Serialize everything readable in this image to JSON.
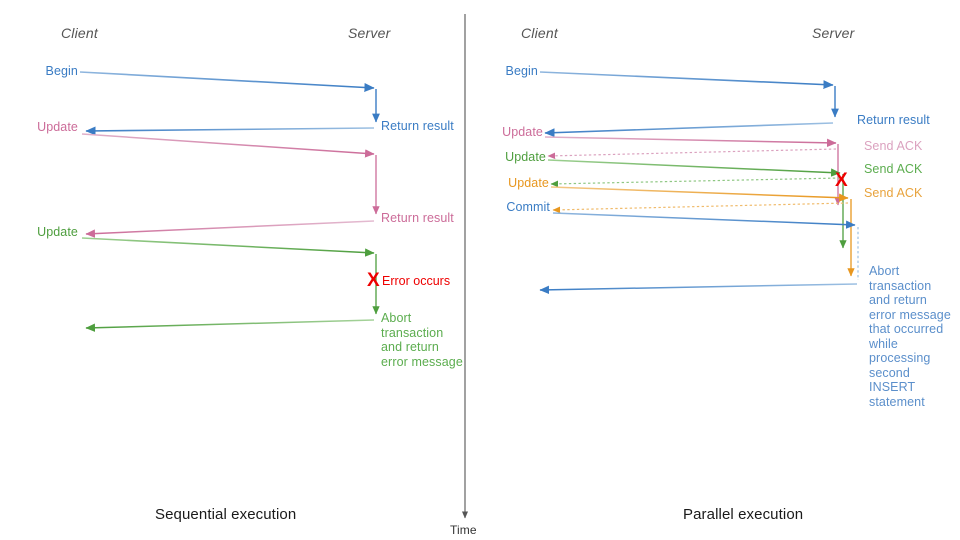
{
  "colors": {
    "blue": "#3a7cc4",
    "blue_light": "#7da9d8",
    "pink": "#cc6c99",
    "pink_light": "#dba2bf",
    "green": "#4e9e3e",
    "green_light": "#8fc783",
    "orange": "#e8971f",
    "orange_light": "#f0bb6b",
    "red": "#ee0000",
    "axis": "#555555",
    "actor_text": "#555555",
    "caption_text": "#1a1a1a"
  },
  "left_panel": {
    "caption": "Sequential execution",
    "actors": {
      "client": "Client",
      "server": "Server"
    },
    "client_labels": [
      {
        "text": "Begin",
        "color": "blue"
      },
      {
        "text": "Update",
        "color": "pink"
      },
      {
        "text": "Update",
        "color": "green"
      }
    ],
    "server_labels": [
      {
        "text": "Return result",
        "color": "blue"
      },
      {
        "text": "Return result",
        "color": "pink"
      }
    ],
    "error": {
      "marker": "X",
      "text": "Error occurs"
    },
    "abort_note": "Abort\ntransaction\nand return\nerror message"
  },
  "right_panel": {
    "caption": "Parallel execution",
    "actors": {
      "client": "Client",
      "server": "Server"
    },
    "client_labels": [
      {
        "text": "Begin",
        "color": "blue"
      },
      {
        "text": "Update",
        "color": "pink"
      },
      {
        "text": "Update",
        "color": "green"
      },
      {
        "text": "Update",
        "color": "orange"
      },
      {
        "text": "Commit",
        "color": "blue"
      }
    ],
    "server_labels": [
      {
        "text": "Return result",
        "color": "blue"
      },
      {
        "text": "Send ACK",
        "color": "pink"
      },
      {
        "text": "Send ACK",
        "color": "green"
      },
      {
        "text": "Send ACK",
        "color": "orange"
      }
    ],
    "error": {
      "marker": "X"
    },
    "abort_note": "Abort\ntransaction\nand return\nerror message\nthat occurred\nwhile\nprocessing\nsecond\nINSERT\nstatement"
  },
  "time_axis": {
    "label": "Time"
  }
}
